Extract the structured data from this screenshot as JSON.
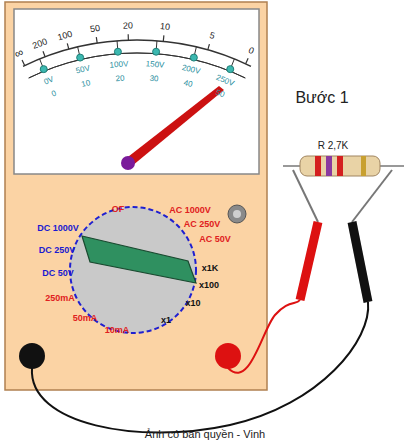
{
  "diagram": {
    "labels": [
      "∞",
      "200",
      "100",
      "50",
      "20",
      "10",
      "5",
      "0",
      "0V",
      "50V",
      "100V",
      "150V",
      "200V",
      "250V",
      "0",
      "10",
      "20",
      "30",
      "40",
      "50",
      "Bước 1",
      "R 2,7K",
      "OF",
      "AC 1000V",
      "AC 250V",
      "AC 50V",
      "DC 1000V",
      "DC 250V",
      "DC 50V",
      "250mA",
      "50mA",
      "10mA",
      "x1",
      "x10",
      "x100",
      "x1K",
      "Ảnh có bản quyền - Vinh"
    ]
  }
}
